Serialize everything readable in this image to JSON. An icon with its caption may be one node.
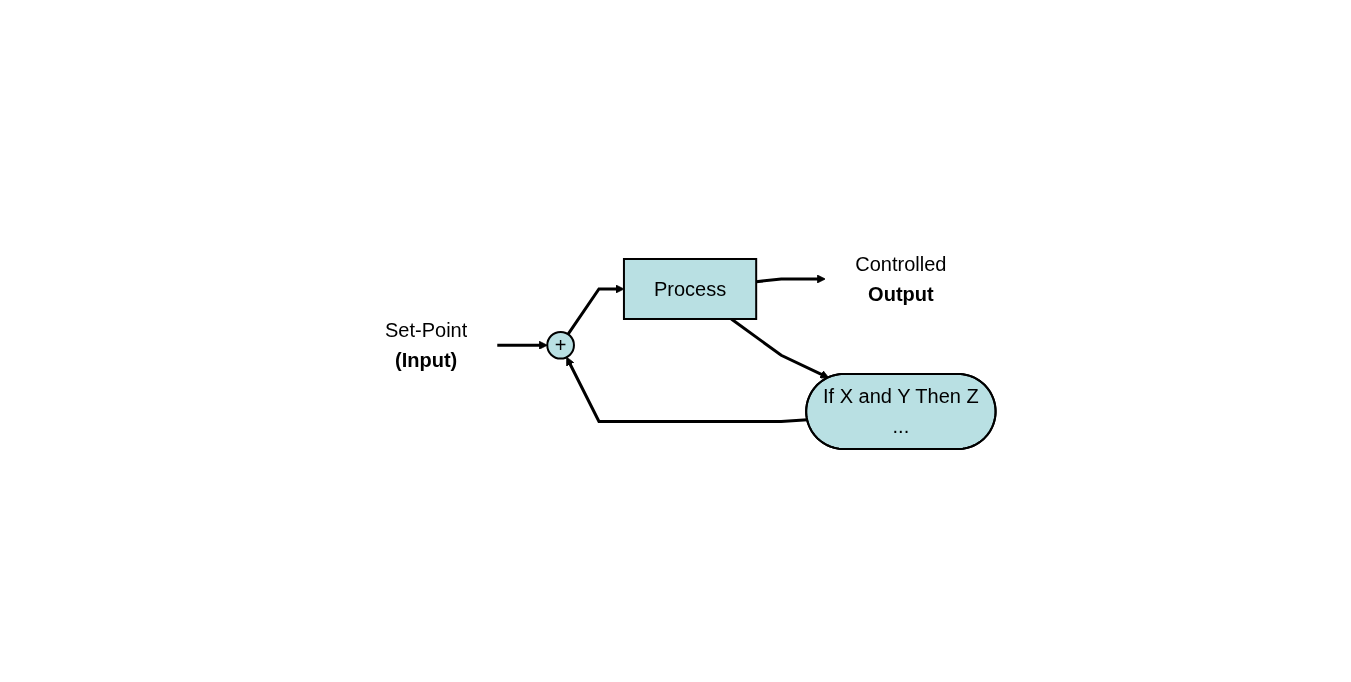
{
  "diagram": {
    "nodes": [
      {
        "text": [
          "Set-Point",
          "(Input)"
        ]
      },
      {
        "text": [
          "+"
        ]
      },
      {
        "text": [
          "Process"
        ]
      },
      {
        "text": [
          "Controlled",
          "Output"
        ]
      },
      {
        "text": [
          "If X and Y Then Z",
          "..."
        ]
      }
    ],
    "edges": [
      {
        "from": 0,
        "to": 1,
        "arrow": "to"
      },
      {
        "from": 1,
        "to": 2,
        "arrow": "to"
      },
      {
        "from": 2,
        "to": 3,
        "arrow": "to"
      },
      {
        "from": 2,
        "to": 4,
        "arrow": "to"
      },
      {
        "from": 4,
        "to": 1,
        "arrow": "to"
      }
    ]
  }
}
